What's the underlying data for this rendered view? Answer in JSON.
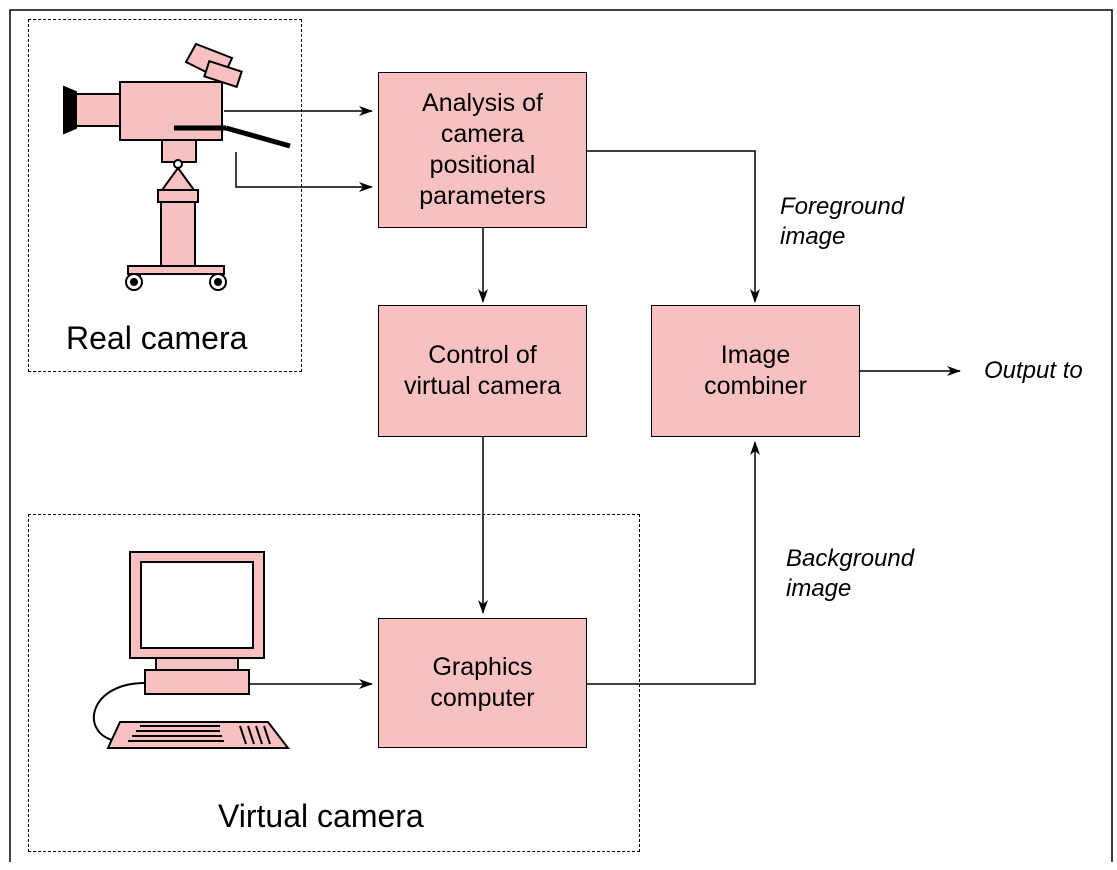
{
  "boxes": {
    "analysis": [
      "Analysis of",
      "camera",
      "positional",
      "parameters"
    ],
    "control": [
      "Control of",
      "virtual camera"
    ],
    "combiner": [
      "Image",
      "combiner"
    ],
    "graphics": [
      "Graphics",
      "computer"
    ]
  },
  "groups": {
    "real_camera": "Real camera",
    "virtual_camera": "Virtual camera"
  },
  "labels": {
    "foreground": [
      "Foreground",
      "image"
    ],
    "background": [
      "Background",
      "image"
    ],
    "output": "Output to"
  },
  "colors": {
    "box_fill": "#f8c1c1",
    "stroke": "#000000"
  },
  "icons": [
    "video-camera-icon",
    "computer-icon",
    "keyboard-icon"
  ]
}
